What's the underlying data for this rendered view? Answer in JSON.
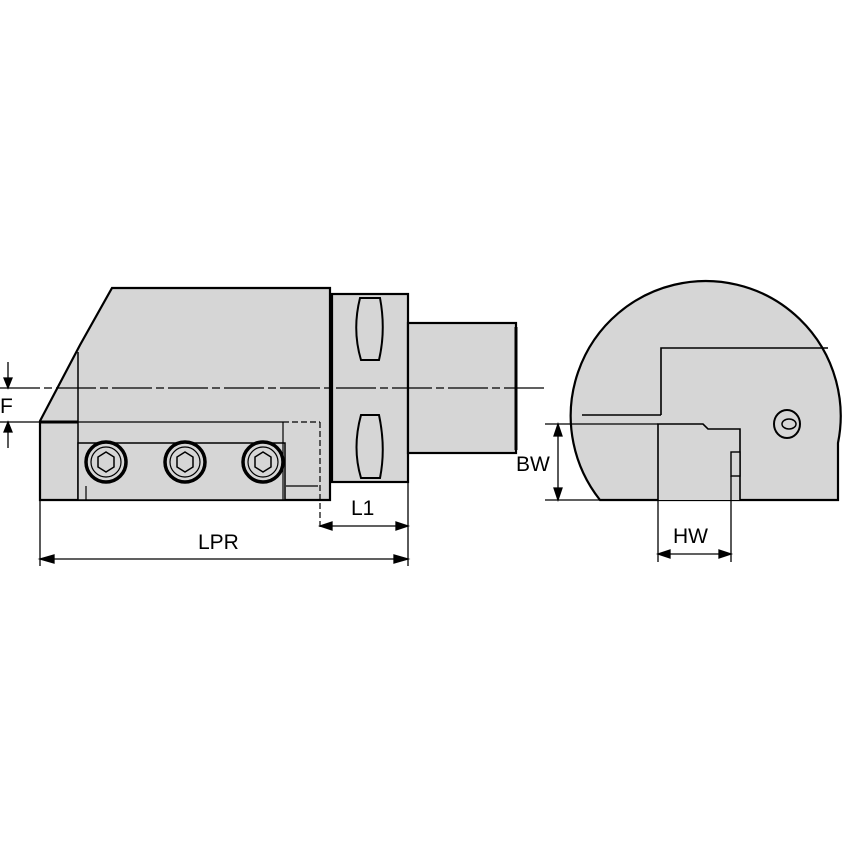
{
  "diagram": {
    "type": "technical-drawing",
    "subject": "tool holder / toolblock with cylindrical shank",
    "views": [
      {
        "name": "side-view",
        "features": [
          "body",
          "clamp-screws",
          "coupling-flange",
          "shank",
          "centerline"
        ]
      },
      {
        "name": "end-view",
        "features": [
          "round-body-profile",
          "insert-pocket",
          "coolant-port"
        ]
      }
    ],
    "dimensions": {
      "F": "F",
      "LPR": "LPR",
      "L1": "L1",
      "BW": "BW",
      "HW": "HW"
    },
    "screws": {
      "count": 3
    },
    "colors": {
      "fill": "#d6d6d6",
      "stroke": "#000000",
      "background": "#ffffff"
    }
  }
}
